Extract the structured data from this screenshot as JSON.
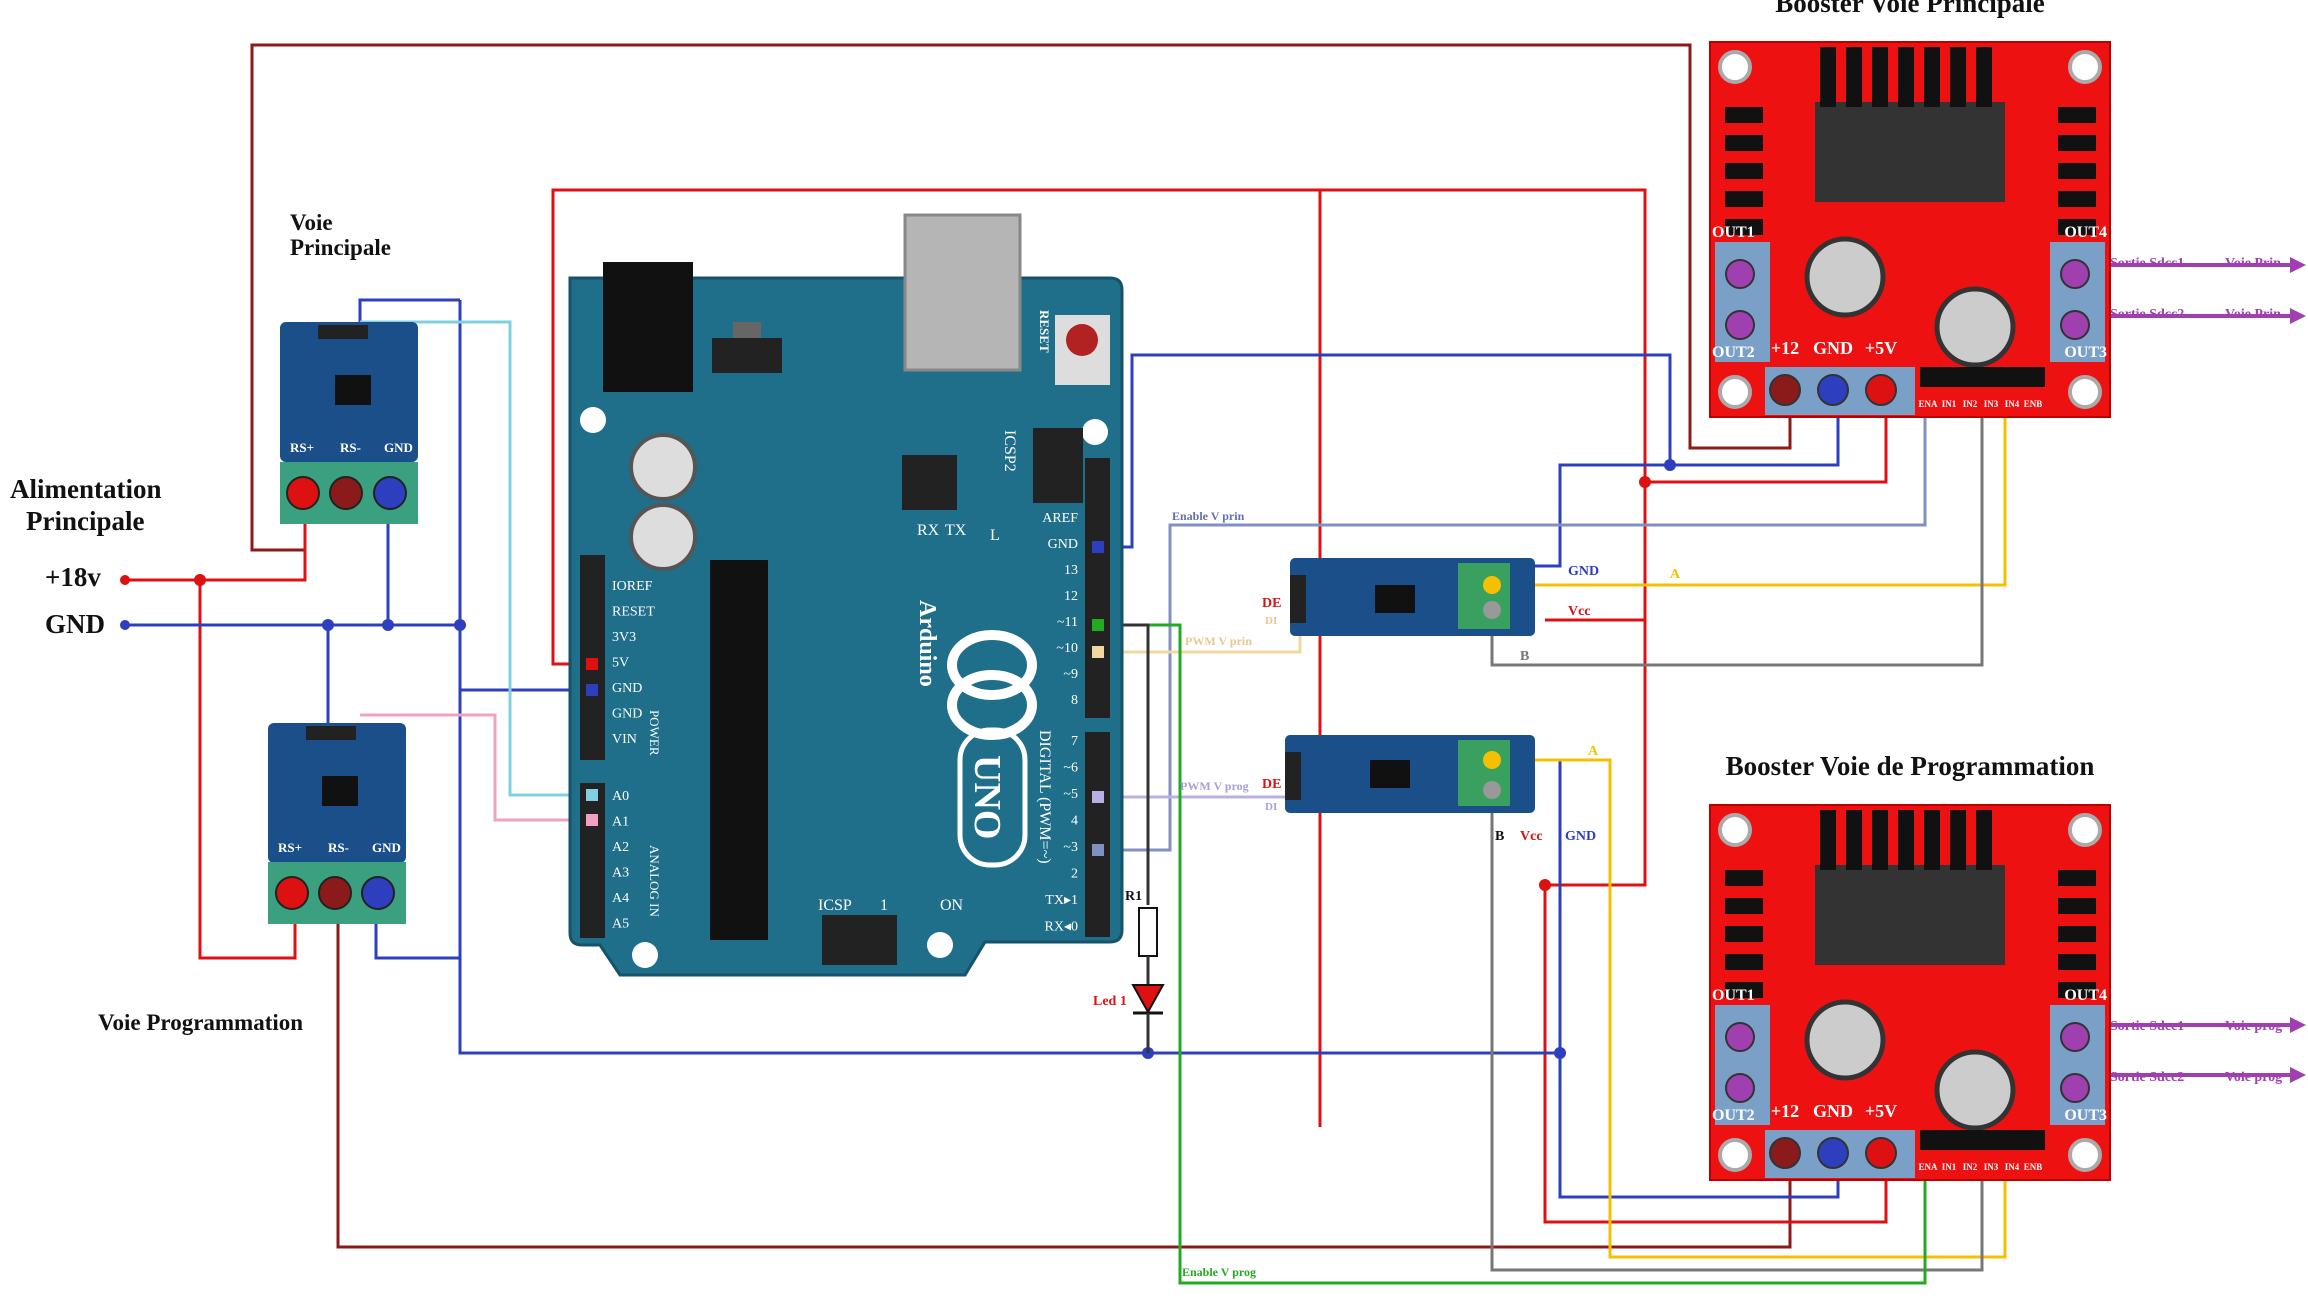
{
  "boosters": {
    "main": {
      "title": "Booster Voie Principale",
      "out1": "OUT1",
      "out2": "OUT2",
      "out3": "OUT3",
      "out4": "OUT4",
      "p12": "+12",
      "gnd": "GND",
      "p5": "+5V",
      "pin_ena": "ENA",
      "pin_in1": "IN1",
      "pin_in2": "IN2",
      "pin_in3": "IN3",
      "pin_in4": "IN4",
      "pin_enb": "ENB",
      "sortie1": "Sortie Sdcc1",
      "sortie2": "Sortie Sdcc2",
      "voie1": "Voie Prin",
      "voie2": "Voie Prin"
    },
    "prog": {
      "title": "Booster Voie de Programmation",
      "out1": "OUT1",
      "out2": "OUT2",
      "out3": "OUT3",
      "out4": "OUT4",
      "p12": "+12",
      "gnd": "GND",
      "p5": "+5V",
      "pin_ena": "ENA",
      "pin_in1": "IN1",
      "pin_in2": "IN2",
      "pin_in3": "IN3",
      "pin_in4": "IN4",
      "pin_enb": "ENB",
      "sortie1": "Sortie Sdcc1",
      "sortie2": "Sortie Sdcc2",
      "voie1": "Voie prog",
      "voie2": "Voie prog"
    }
  },
  "power": {
    "title_line1": "Alimentation",
    "title_line2": "Principale",
    "plus": "+18v",
    "gnd": "GND"
  },
  "sensors": {
    "main": {
      "label_line1": "Voie",
      "label_line2": "Principale",
      "rsp": "RS+",
      "rsm": "RS-",
      "gnd": "GND"
    },
    "prog": {
      "label": "Voie Programmation",
      "rsp": "RS+",
      "rsm": "RS-",
      "gnd": "GND"
    }
  },
  "arduino": {
    "brand": "Arduino",
    "model": "UNO",
    "reset": "RESET",
    "icsp2": "ICSP2",
    "icsp": "ICSP",
    "icsp_one": "1",
    "tx": "TX",
    "rx": "RX",
    "l": "L",
    "on": "ON",
    "digital": "DIGITAL (PWM=~)",
    "power_label": "POWER",
    "analog_label": "ANALOG IN",
    "power_pins": [
      "IOREF",
      "RESET",
      "3V3",
      "5V",
      "GND",
      "GND",
      "VIN"
    ],
    "analog_pins": [
      "A0",
      "A1",
      "A2",
      "A3",
      "A4",
      "A5"
    ],
    "top_pins": [
      "AREF",
      "GND",
      "13",
      "12",
      "~11",
      "~10",
      "~9",
      "8"
    ],
    "bottom_pins": [
      "7",
      "~6",
      "~5",
      "4",
      "~3",
      "2",
      "TX▸1",
      "RX◂0"
    ]
  },
  "signals": {
    "enable_prin": "Enable V prin",
    "pwm_prin": "PWM V prin",
    "pwm_prog": "PWM V prog",
    "enable_prog": "Enable V prog",
    "a1": "A",
    "b1": "B",
    "gnd1": "GND",
    "vcc1": "Vcc",
    "de1": "DE",
    "di1": "DI",
    "a2": "A",
    "b2": "B",
    "gnd2": "GND",
    "vcc2": "Vcc",
    "de2": "DE",
    "di2": "DI",
    "r1": "R1",
    "led": "Led 1"
  },
  "colors": {
    "dark_red": "#8b1a1a",
    "red": "#dd1111",
    "blue": "#2d3fbf",
    "light_blue": "#7fd0e0",
    "pink": "#f0a0c0",
    "yellow": "#f5c000",
    "gray": "#777777",
    "green": "#22aa22",
    "purple": "#a040b0",
    "board_teal": "#1f6f8b",
    "booster_red": "#ee1111"
  }
}
